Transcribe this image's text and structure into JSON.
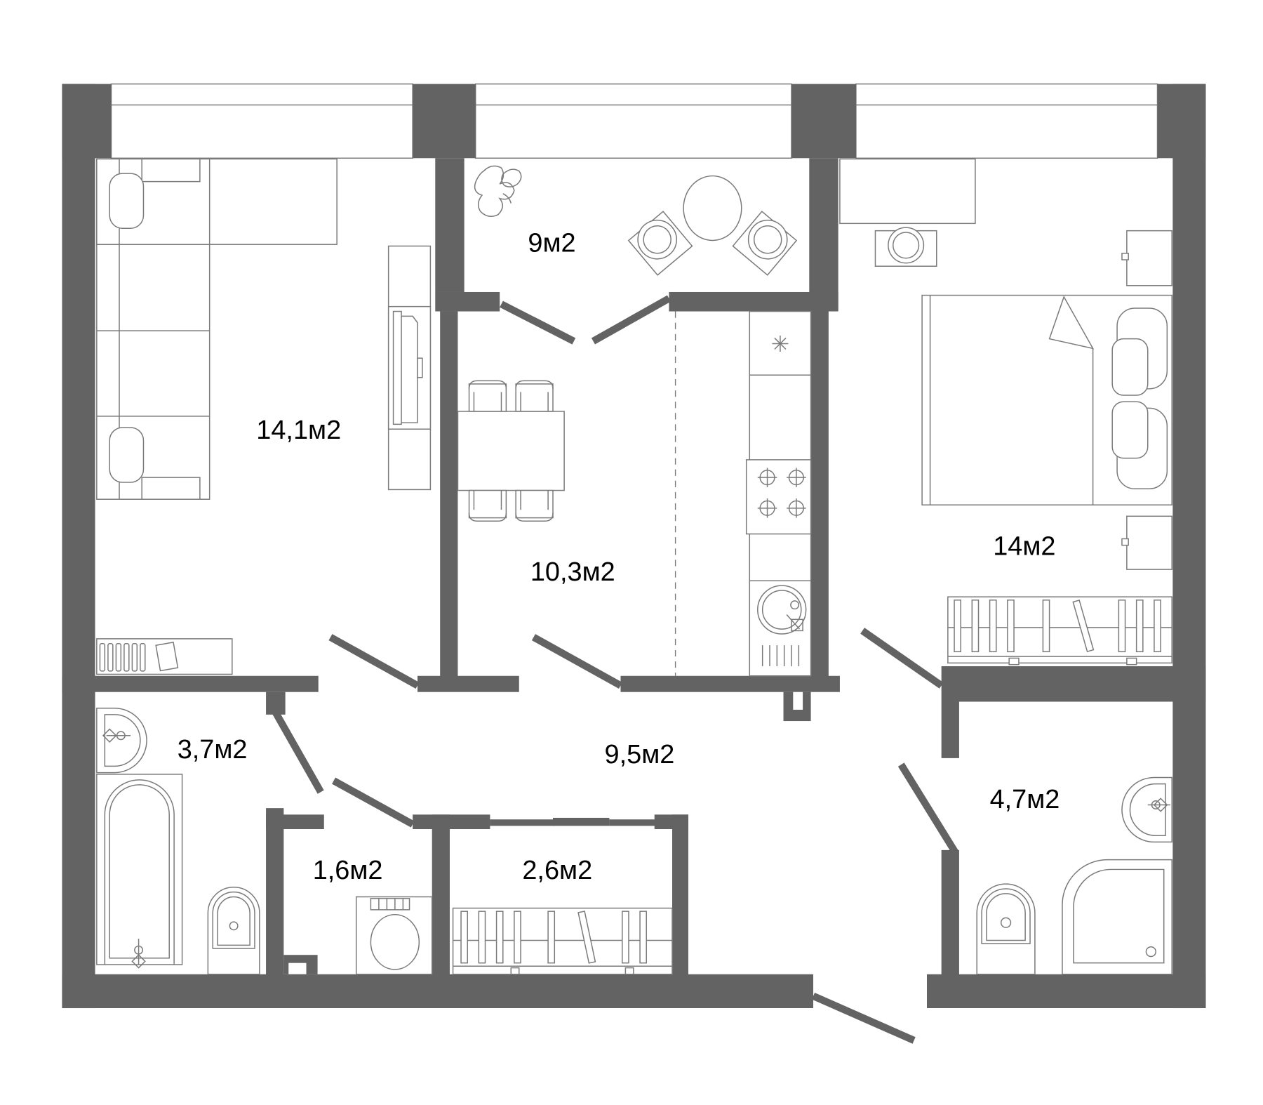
{
  "floorplan": {
    "units": "м2",
    "colors": {
      "wall": "#636363",
      "furniture_line": "#7a7a7a",
      "background": "#ffffff",
      "label": "#000000"
    },
    "rooms": [
      {
        "id": "living-room",
        "label": "14,1м2",
        "area": 14.1
      },
      {
        "id": "loggia",
        "label": "9м2",
        "area": 9
      },
      {
        "id": "kitchen",
        "label": "10,3м2",
        "area": 10.3
      },
      {
        "id": "bedroom",
        "label": "14м2",
        "area": 14
      },
      {
        "id": "hallway",
        "label": "9,5м2",
        "area": 9.5
      },
      {
        "id": "bathroom-left",
        "label": "3,7м2",
        "area": 3.7
      },
      {
        "id": "laundry",
        "label": "1,6м2",
        "area": 1.6
      },
      {
        "id": "wardrobe",
        "label": "2,6м2",
        "area": 2.6
      },
      {
        "id": "bathroom-right",
        "label": "4,7м2",
        "area": 4.7
      }
    ]
  }
}
